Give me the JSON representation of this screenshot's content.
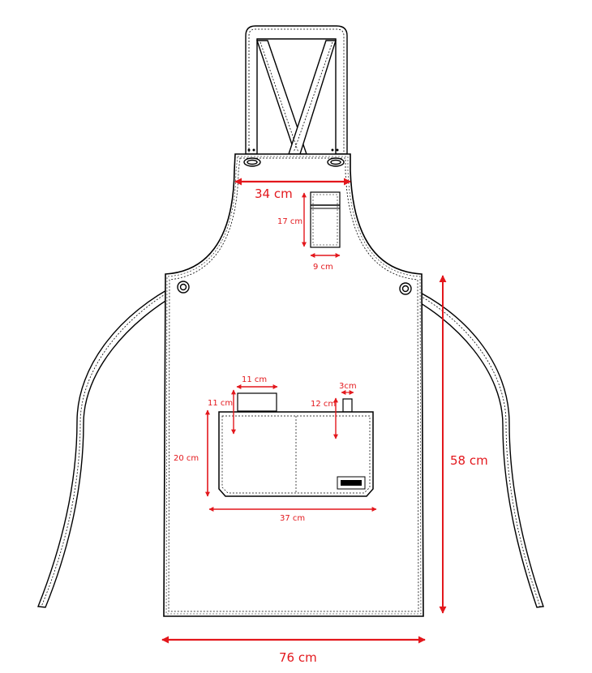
{
  "colors": {
    "outline": "#000000",
    "dimension": "#e3171c",
    "fabric": "#ffffff"
  },
  "dimensions": {
    "top_width": "34 cm",
    "chest_pocket_height": "17 cm",
    "chest_pocket_width": "9 cm",
    "flap_width": "11 cm",
    "flap_height": "11 cm",
    "pen_width": "3cm",
    "pen_height": "12 cm",
    "pocket_height": "20 cm",
    "pocket_width": "37 cm",
    "body_length": "58 cm",
    "bottom_width": "76 cm"
  }
}
